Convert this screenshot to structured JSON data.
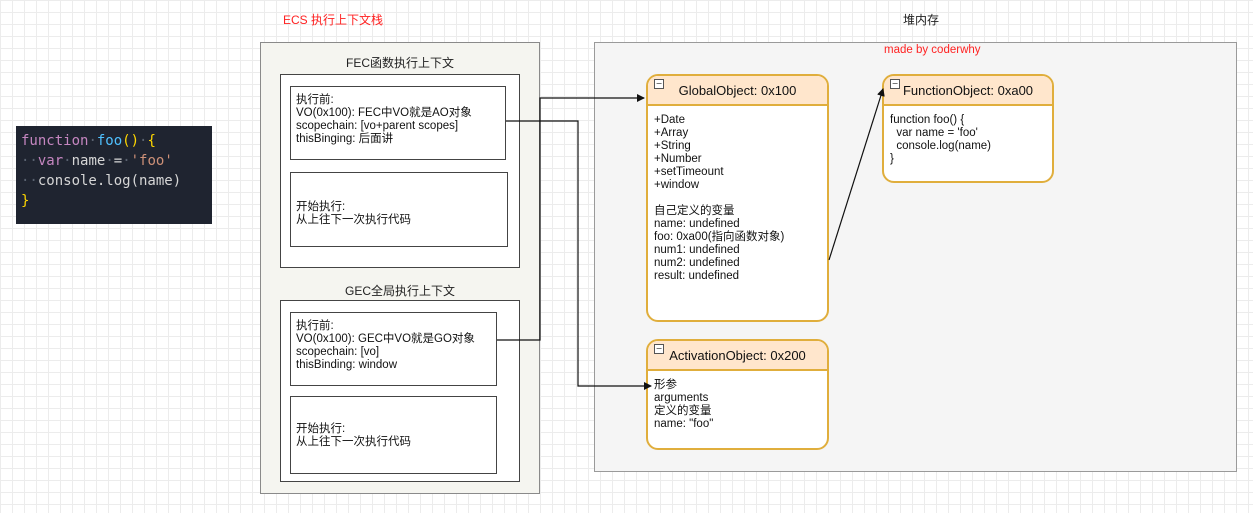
{
  "titles": {
    "ecs": "ECS 执行上下文栈",
    "heap": "堆内存",
    "made_by": "made by coderwhy"
  },
  "code": {
    "kw_function": "function",
    "fn_name": "foo",
    "parens": "()",
    "brace_open": "{",
    "kw_var": "var",
    "var_name": "name",
    "eq": "=",
    "str_val": "'foo'",
    "call": "console.log(name)",
    "brace_close": "}"
  },
  "fec": {
    "title": "FEC函数执行上下文",
    "before": {
      "lines": [
        "执行前:",
        "VO(0x100): FEC中VO就是AO对象",
        "scopechain: [vo+parent scopes]",
        "thisBinging: 后面讲"
      ]
    },
    "exec": {
      "lines": [
        "开始执行:",
        "从上往下一次执行代码"
      ]
    }
  },
  "gec": {
    "title": "GEC全局执行上下文",
    "before": {
      "lines": [
        "执行前:",
        "VO(0x100): GEC中VO就是GO对象",
        "scopechain: [vo]",
        "thisBinding: window"
      ]
    },
    "exec": {
      "lines": [
        "开始执行:",
        "从上往下一次执行代码"
      ]
    }
  },
  "objects": {
    "global": {
      "title": "GlobalObject: 0x100",
      "props": [
        "+Date",
        "+Array",
        "+String",
        "+Number",
        "+setTimeount",
        "+window"
      ],
      "vars_title": "自己定义的变量",
      "vars": [
        "name: undefined",
        "foo: 0xa00(指向函数对象)",
        "num1: undefined",
        "num2: undefined",
        "result: undefined"
      ]
    },
    "function": {
      "title": "FunctionObject: 0xa00",
      "lines": [
        "function foo() {",
        "  var name = 'foo'",
        "  console.log(name)",
        "}"
      ]
    },
    "activation": {
      "title": "ActivationObject: 0x200",
      "lines": [
        "形参",
        "arguments",
        "定义的变量",
        "name: \"foo\""
      ]
    }
  },
  "colors": {
    "object_border": "#e0ae3c",
    "object_header": "#ffe6cc",
    "title_red": "#ff2222",
    "code_bg": "#1f2430"
  }
}
